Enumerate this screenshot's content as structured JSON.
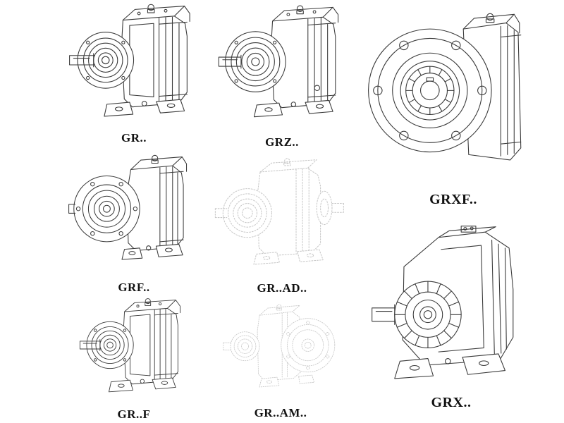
{
  "page": {
    "background": "#ffffff",
    "line_color": "#3a3a3a",
    "ghost_color": "#c8c8c8"
  },
  "figures": [
    {
      "id": "gr",
      "label": "GR..",
      "symbol": "#sym-gr",
      "style": "solid"
    },
    {
      "id": "grz",
      "label": "GRZ..",
      "symbol": "#sym-grz",
      "style": "solid"
    },
    {
      "id": "grxf",
      "label": "GRXF..",
      "symbol": "#sym-grxf",
      "style": "solid"
    },
    {
      "id": "grf",
      "label": "GRF..",
      "symbol": "#sym-grf",
      "style": "solid"
    },
    {
      "id": "grad",
      "label": "GR..AD..",
      "symbol": "#sym-grad",
      "style": "ghost"
    },
    {
      "id": "grx",
      "label": "GRX..",
      "symbol": "#sym-grx",
      "style": "solid"
    },
    {
      "id": "grft",
      "label": "GR..F",
      "symbol": "#sym-gr",
      "style": "solid"
    },
    {
      "id": "gram",
      "label": "GR..AM..",
      "symbol": "#sym-gram",
      "style": "ghost"
    }
  ]
}
